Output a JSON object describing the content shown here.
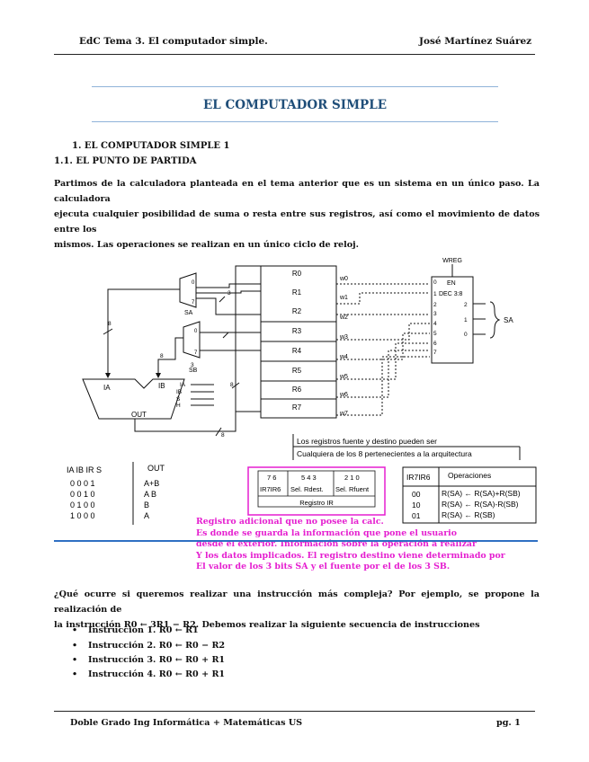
{
  "header": {
    "left": "EdC Tema 3. El computador simple.",
    "right": "José Martínez Suárez"
  },
  "title": "EL COMPUTADOR SIMPLE",
  "section1": "1.   EL COMPUTADOR SIMPLE 1",
  "section11": "1.1.     EL PUNTO DE PARTIDA",
  "intro_lines": [
    "Partimos de la calculadora planteada en el tema anterior que es un sistema en un único paso. La calculadora",
    "ejecuta cualquier posibilidad de suma o resta entre sus registros, así como el movimiento de datos entre los",
    "mismos. Las operaciones se realizan en un único ciclo de reloj."
  ],
  "diagram": {
    "registers": [
      "R0",
      "R1",
      "R2",
      "R3",
      "R4",
      "R5",
      "R6",
      "R7"
    ],
    "write_lines": [
      "w0",
      "w1",
      "w2",
      "w3",
      "w4",
      "w5",
      "w6",
      "w7"
    ],
    "wreg": "WREG",
    "decoder_name": "DEC 3:8",
    "decoder_en": "EN",
    "decoder_inputs": [
      "0",
      "1",
      "2",
      "3",
      "4",
      "5",
      "6",
      "7"
    ],
    "decoder_outputs": [
      "2",
      "1",
      "0"
    ],
    "sa": "SA",
    "sb": "SB",
    "sa_right": "SA",
    "mux_inputs": [
      "0",
      "7"
    ],
    "ia": "IA",
    "ib": "IB",
    "ia_small": "IA",
    "ib_small": "IB",
    "s_small": "S",
    "h_small": "H",
    "out": "OUT",
    "bus_width": "8",
    "mux_select_width": "3",
    "note_lines": [
      "Los registros fuente y destino pueden ser",
      "Cualquiera de los 8 pertenecientes a la arquitectura"
    ]
  },
  "truth_table": {
    "header_left": "IA IB IR S",
    "header_right": "OUT",
    "rows": [
      {
        "bits": "0 0 0 1",
        "out": "A+B"
      },
      {
        "bits": "0 0 1 0",
        "out": "A B"
      },
      {
        "bits": "0 1 0 0",
        "out": "B"
      },
      {
        "bits": "1 0 0 0",
        "out": "A"
      }
    ]
  },
  "ir_register": {
    "bit_ranges": [
      "7 6",
      "5 4 3",
      "2 1 0"
    ],
    "fields": [
      "IR7IR6",
      "Sel. Rdest.",
      "Sel. Rfuent"
    ],
    "label": "Registro IR"
  },
  "ops_table": {
    "header_left": "IR7IR6",
    "header_right": "Operaciones",
    "rows": [
      {
        "code": "00",
        "op": "R(SA) ← R(SA)+R(SB)"
      },
      {
        "code": "10",
        "op": "R(SA) ← R(SA)-R(SB)"
      },
      {
        "code": "01",
        "op": "R(SA) ← R(SB)"
      }
    ]
  },
  "magenta_note": [
    "Registro adicional que no posee la calc.",
    "Es donde se guarda la información que pone el usuario",
    "desde el exterior. Información sobre la operación a realizar",
    "Y los datos implicados. El registro destino viene determinado por",
    "El valor de los 3 bits SA y el fuente por el de los 3 SB."
  ],
  "question_lines": [
    "¿Qué ocurre si queremos realizar una instrucción más compleja? Por ejemplo, se propone la realización de",
    "la instrucción R0 ← 3R1 − R2. Debemos realizar la siguiente secuencia de instrucciones"
  ],
  "instructions": [
    "Instrucción 1. R0 ← R1",
    "Instrucción 2. R0 ← R0 − R2",
    "Instrucción 3. R0 ← R0 + R1",
    "Instrucción 4. R0 ← R0 + R1"
  ],
  "footer": {
    "left": "Doble Grado Ing Informática + Matemáticas US",
    "right": "pg. 1"
  },
  "colors": {
    "title": "#1f4e79",
    "title_rule": "#8fb3d9",
    "magenta": "#e51fd0",
    "blue_line": "#2f6fc3"
  }
}
